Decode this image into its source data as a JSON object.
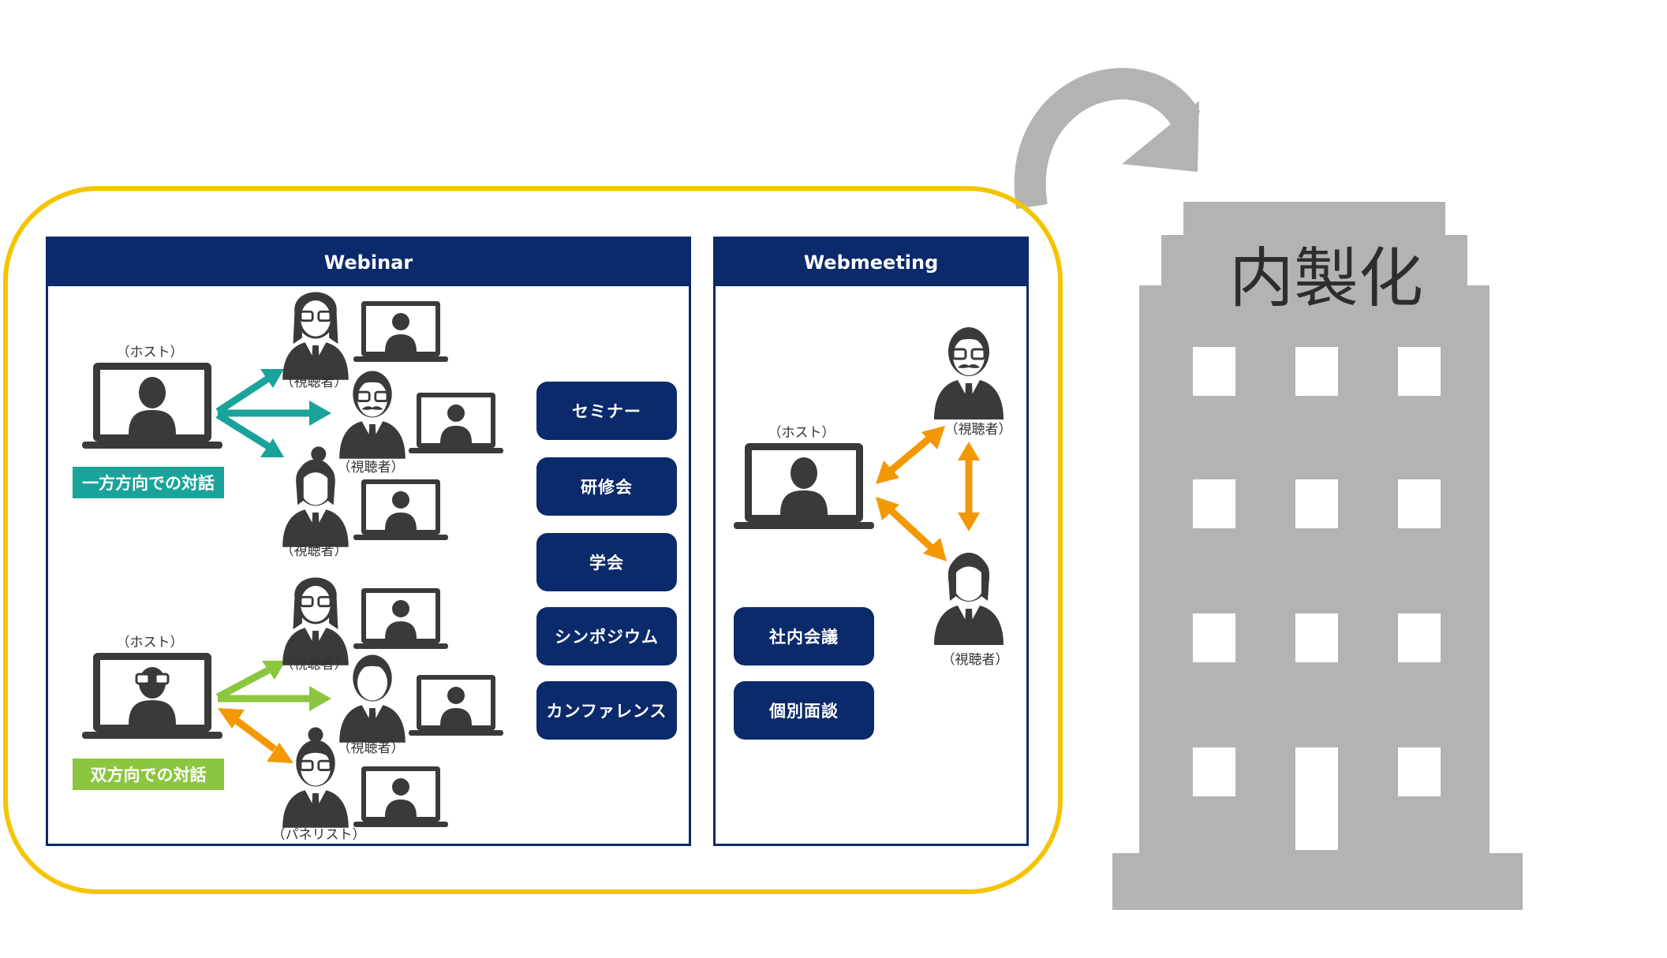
{
  "webinar": {
    "title": "Webinar",
    "host_label_1": "（ホスト）",
    "host_label_2": "（ホスト）",
    "viewer_label_1": "（視聴者）",
    "viewer_label_2": "（視聴者）",
    "viewer_label_3": "（視聴者）",
    "viewer_label_4": "（視聴者）",
    "viewer_label_5": "（視聴者）",
    "panelist_label": "（パネリスト）",
    "one_way_tag": "一方方向での対話",
    "two_way_tag": "双方向での対話",
    "buttons": [
      "セミナー",
      "研修会",
      "学会",
      "シンポジウム",
      "カンファレンス"
    ]
  },
  "webmeeting": {
    "title": "Webmeeting",
    "host_label": "（ホスト）",
    "viewer_label_1": "（視聴者）",
    "viewer_label_2": "（視聴者）",
    "buttons": [
      "社内会議",
      "個別面談"
    ]
  },
  "building": {
    "title": "内製化"
  },
  "colors": {
    "navy": "#0b2a6b",
    "yellow": "#f5c400",
    "teal": "#1aa39a",
    "green": "#8cc63f",
    "orange": "#f39800",
    "gray": "#b3b3b3",
    "icon": "#3a3a3a"
  }
}
